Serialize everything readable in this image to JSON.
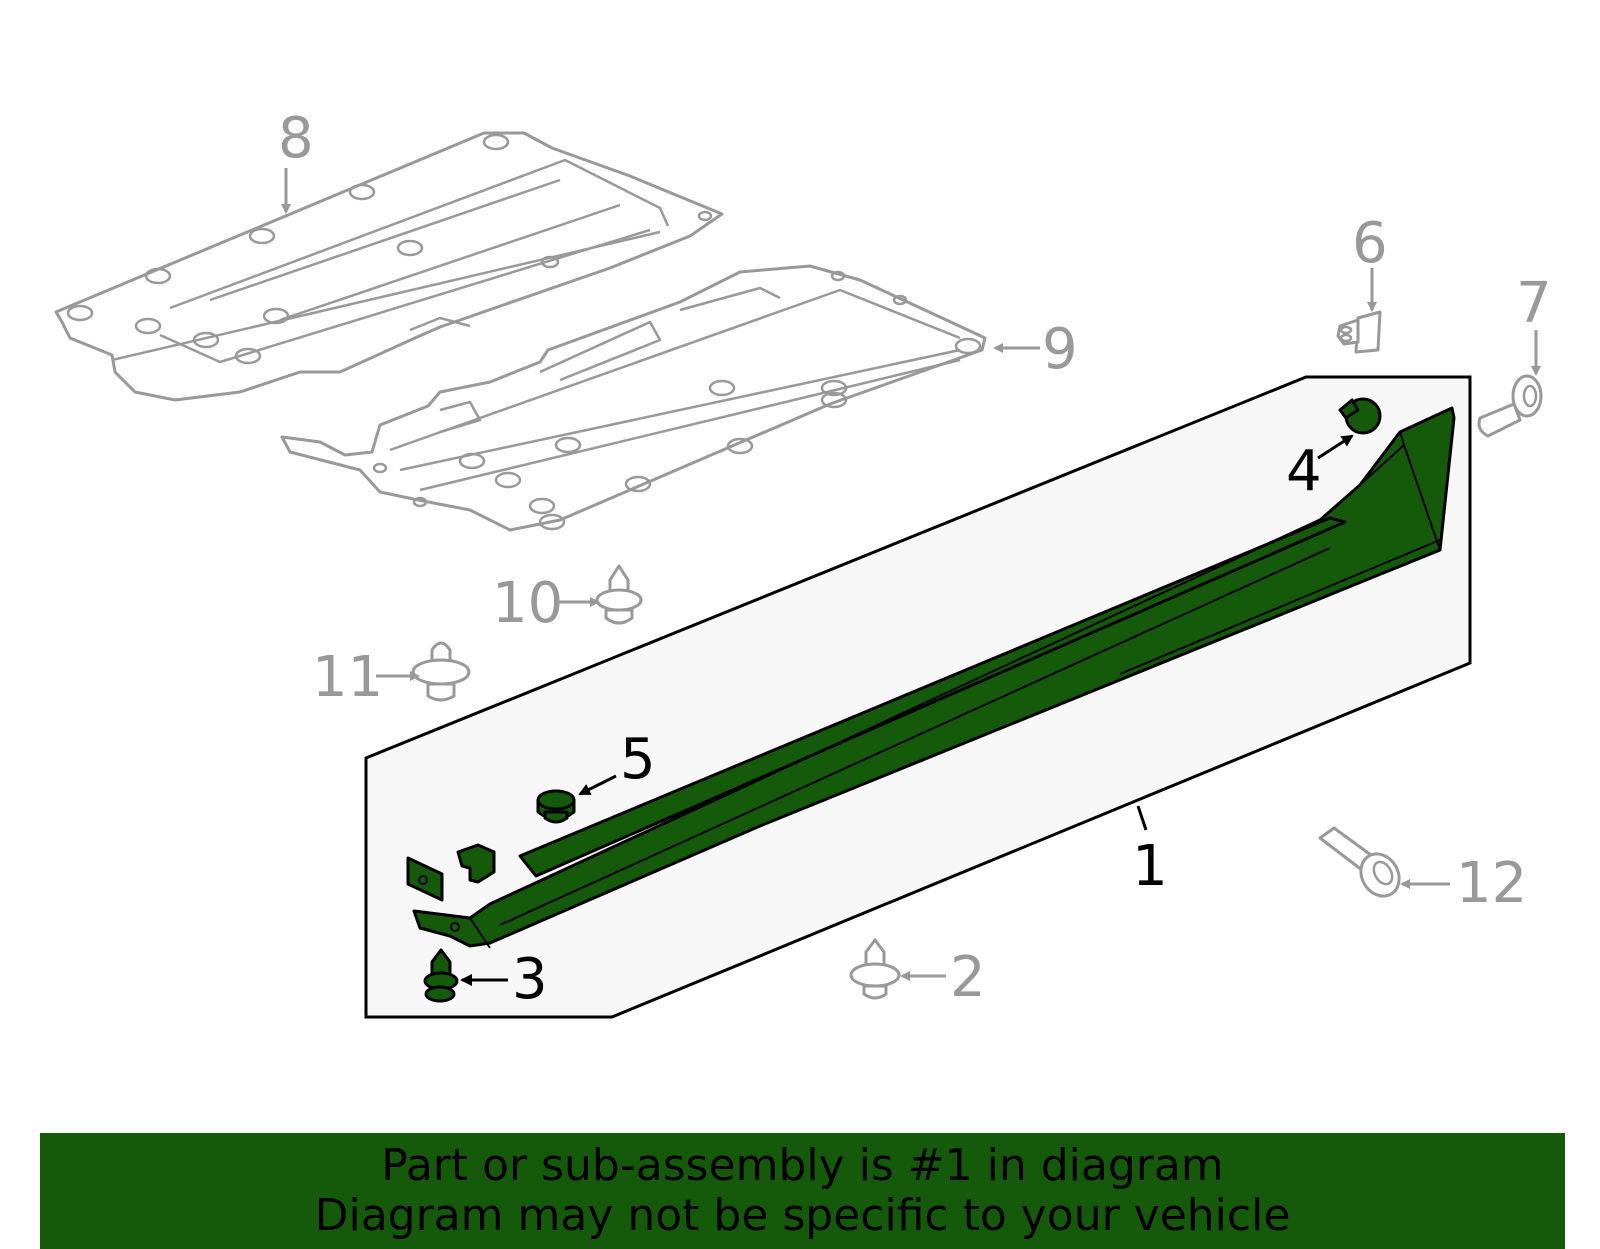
{
  "colors": {
    "highlight_green": "#155a0b",
    "panel_background": "#f7f7f7",
    "reference_grey": "#999999",
    "ink_black": "#000000"
  },
  "callouts": {
    "c1": "1",
    "c2": "2",
    "c3": "3",
    "c4": "4",
    "c5": "5",
    "c6": "6",
    "c7": "7",
    "c8": "8",
    "c9": "9",
    "c10": "10",
    "c11": "11",
    "c12": "12"
  },
  "highlighted_part": "1",
  "banner": {
    "line1": "Part or sub-assembly is #1 in diagram",
    "line2": "Diagram may not be specific to your vehicle"
  }
}
